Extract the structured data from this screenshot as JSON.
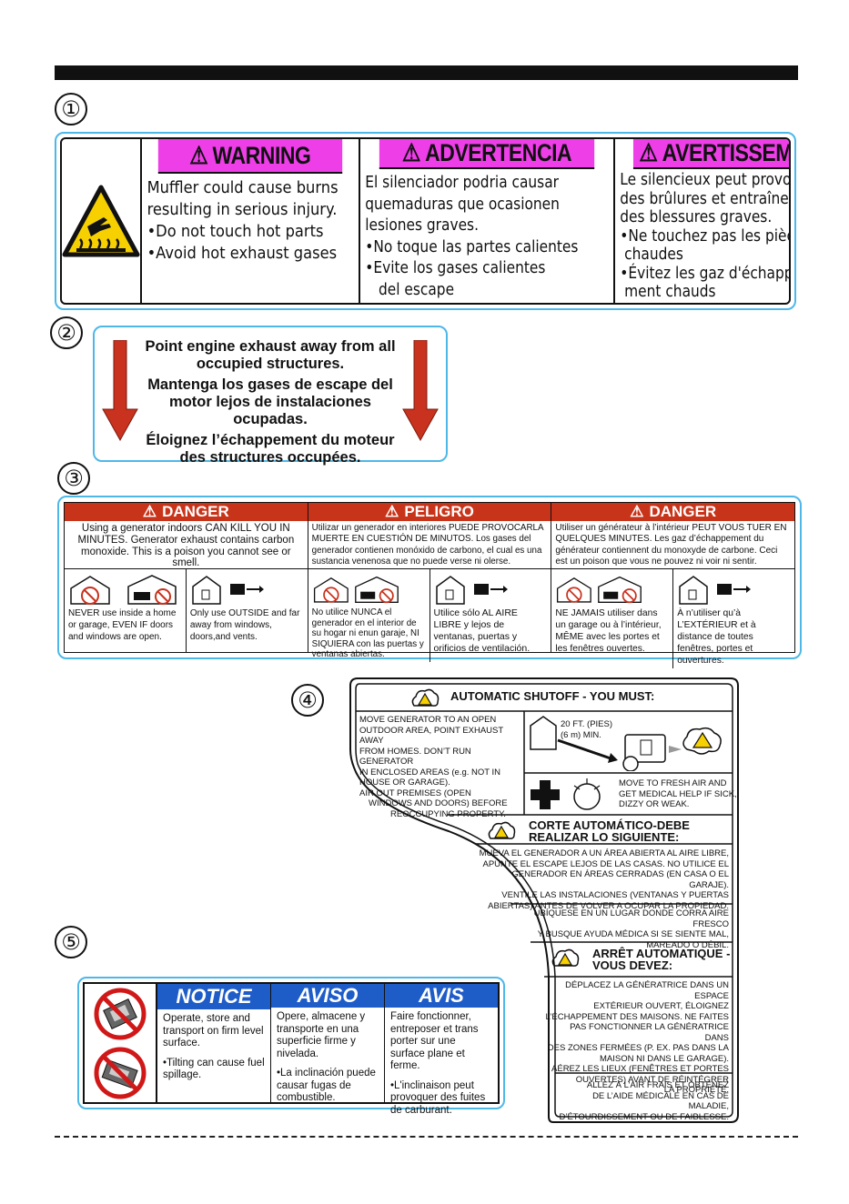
{
  "section_numbers": [
    "①",
    "②",
    "③",
    "④",
    "⑤"
  ],
  "colors": {
    "warning_magenta": "#ee3ee8",
    "danger_red": "#c8341a",
    "notice_blue": "#1e5cc8",
    "frame_cyan": "#4db8e8",
    "arrow_red": "#c8321e"
  },
  "label1": {
    "en": {
      "header": "WARNING",
      "lines": [
        "Muffler could cause burns",
        "resulting in serious injury.",
        "•Do not touch hot parts",
        "•Avoid hot exhaust gases"
      ]
    },
    "es": {
      "header": "ADVERTENCIA",
      "lines": [
        "El silenciador podria causar",
        "quemaduras que ocasionen",
        "lesiones graves.",
        "•No toque las partes calientes",
        "•Evite los gases calientes",
        "   del escape"
      ]
    },
    "fr": {
      "header": "AVERTISSEMENT",
      "lines": [
        "Le silencieux peut provoquer",
        "des brûlures et entraîner",
        "des blessures graves.",
        "•Ne touchez pas les pièces",
        " chaudes",
        "•Évitez les gaz d'échappe-",
        " ment chauds"
      ]
    }
  },
  "label2": {
    "lines": [
      "Point engine exhaust away from all occupied structures.",
      "Mantenga los gases de escape del motor lejos de instalaciones ocupadas.",
      "Éloignez l’échappement du moteur des structures occupées."
    ]
  },
  "label3": {
    "cols": [
      {
        "header": "DANGER",
        "msg": "Using a generator indoors CAN KILL YOU IN MINUTES. Generator exhaust contains carbon monoxide. This is a poison you cannot see or smell.",
        "left": "NEVER use inside a home or garage, EVEN IF doors and windows are open.",
        "right": "Only use OUTSIDE and far away from windows, doors,and vents."
      },
      {
        "header": "PELIGRO",
        "msg": "Utilizar un generador en interiores PUEDE PROVOCARLA MUERTE EN CUESTIÓN DE MINUTOS. Los gases del generador contienen monóxido de carbono, el cual es una sustancia venenosa que no puede verse ni olerse.",
        "left": "No utilice NUNCA el generador en el interior de su hogar ni enun garaje, NI SIQUIERA con las puertas y ventanas abiertas.",
        "right": "Utilice sólo AL AIRE LIBRE y lejos de ventanas, puertas y orificios de ventilación."
      },
      {
        "header": "DANGER",
        "msg": "Utiliser un générateur à l’intérieur PEUT VOUS TUER EN QUELQUES MINUTES. Les gaz d’échappement du générateur contiennent du monoxyde de carbone. Ceci est un poison que vous ne pouvez ni voir ni sentir.",
        "left": "NE JAMAIS utiliser dans un garage ou à l’intérieur, MÊME avec les portes et les fenêtres ouvertes.",
        "right": "À n’utiliser qu’à L’EXTÉRIEUR et à distance de toutes fenêtres, portes et ouvertures."
      }
    ]
  },
  "label4": {
    "en_header": "AUTOMATIC SHUTOFF - YOU MUST:",
    "en_move": [
      "MOVE GENERATOR TO AN OPEN",
      "OUTDOOR AREA, POINT EXHAUST AWAY",
      "FROM HOMES. DON’T RUN GENERATOR",
      "IN ENCLOSED AREAS (e.g. NOT IN",
      "HOUSE OR GARAGE).",
      "AIR OUT PREMISES (OPEN",
      "WINDOWS AND DOORS) BEFORE",
      "REOCCUPYING PROPERTY."
    ],
    "distance": [
      "20 FT. (PIES)",
      "(6 m) MIN."
    ],
    "en_help": [
      "MOVE TO FRESH AIR AND",
      "GET MEDICAL HELP IF SICK,",
      "DIZZY OR WEAK."
    ],
    "es_header": [
      "CORTE AUTOMÁTICO-DEBE",
      "REALIZAR LO SIGUIENTE:"
    ],
    "es_move": [
      "MUEVA EL GENERADOR A UN ÁREA ABIERTA AL AIRE LIBRE,",
      "APUNTE EL ESCAPE LEJOS DE LAS CASAS. NO UTILICE EL",
      "GENERADOR EN ÁREAS CERRADAS (EN CASA O EL GARAJE).",
      "VENTILE LAS INSTALACIONES (VENTANAS Y PUERTAS",
      "ABIERTAS) ANTES DE VOLVER A OCUPAR LA PROPIEDAD."
    ],
    "es_help": [
      "UBÍQUESE EN UN LUGAR DONDE CORRA AIRE FRESCO",
      "Y BUSQUE AYUDA MÉDICA SI SE SIENTE MAL,",
      "MAREADO O DÉBIL."
    ],
    "fr_header": [
      "ARRÊT AUTOMATIQUE -",
      "VOUS DEVEZ:"
    ],
    "fr_move": [
      "DÉPLACEZ LA GÉNÉRATRICE DANS UN ESPACE",
      "EXTÉRIEUR OUVERT, ÉLOIGNEZ",
      "L’ÉCHAPPEMENT DES MAISONS. NE FAITES",
      "PAS FONCTIONNER LA GÉNÉRATRICE DANS",
      "DES ZONES FERMÉES (P. EX. PAS DANS LA",
      "MAISON NI DANS LE GARAGE).",
      "AÉREZ LES LIEUX (FENÊTRES ET PORTES",
      "OUVERTES) AVANT DE RÉINTÉGRER",
      "LA PROPRIÉTÉ."
    ],
    "fr_help": [
      "ALLEZ À L’AIR FRAIS ET OBTENEZ",
      "DE L’AIDE MÉDICALE EN CAS DE MALADIE,",
      "D’ÉTOURDISSEMENT OU DE FAIBLESSE."
    ]
  },
  "label5": {
    "cols": [
      {
        "header": "NOTICE",
        "p1": "Operate, store and transport on firm level surface.",
        "p2": "•Tilting can cause fuel spillage."
      },
      {
        "header": "AVISO",
        "p1": "Opere, almacene y transporte en una superficie firme y nivelada.",
        "p2": "•La inclinación puede causar fugas de combustible."
      },
      {
        "header": "AVIS",
        "p1": "Faire fonctionner, entreposer et trans porter sur une surface plane et ferme.",
        "p2": "•L'inclinaison peut provoquer des fuites de carburant."
      }
    ]
  }
}
